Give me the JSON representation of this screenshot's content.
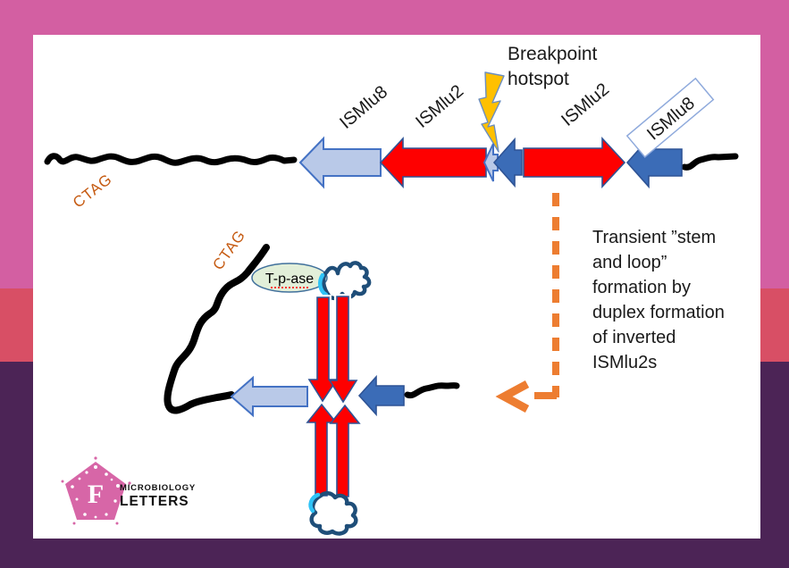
{
  "figure": {
    "breakpoint_label": {
      "line1": "Breakpoint",
      "line2": "hotspot"
    },
    "top_row_labels": {
      "ismlu8_left": "ISMlu8",
      "ismlu2_left": "ISMlu2",
      "ismlu2_right": "ISMlu2",
      "ismlu8_right": "ISMlu8"
    },
    "ctag_top": "CTAG",
    "ctag_bottom": "CTAG",
    "transposase_label": "T-p-ase",
    "note_lines": [
      "Transient ”stem",
      "and loop”",
      "formation by",
      "duplex formation",
      "of inverted",
      "ISMlu2s"
    ]
  },
  "logo": {
    "monogram": "F",
    "name_top": "MICROBIOLOGY",
    "name_bottom": "LETTERS"
  },
  "colors": {
    "frame_pink": "#D35FA2",
    "frame_coral": "#D84F65",
    "frame_purple": "#4C2456",
    "is_red": "#FE0000",
    "is_pale_blue": "#B9C9E8",
    "is_dark_blue": "#3B6CB7",
    "outline_navy": "#2E5395",
    "pale_outline": "#4472C4",
    "bolt_yellow": "#FFC000",
    "bolt_outline": "#6C8EBF",
    "orange_accent": "#ED7D31",
    "ctag_orange": "#C55A11",
    "tpase_green": "#E2EFD9",
    "tpase_outline": "#41719C",
    "loop_blue": "#1F4E79",
    "loop_cyan": "#2FC3F7",
    "logo_pink": "#D766A7",
    "text_black": "#1A1A1A"
  }
}
